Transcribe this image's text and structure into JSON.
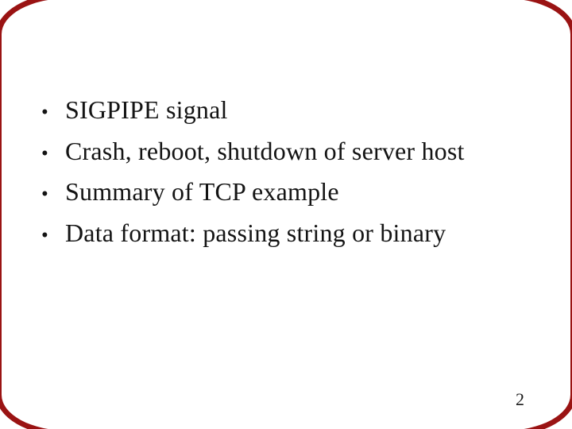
{
  "slide": {
    "bullet_char": "•",
    "bullets": [
      "SIGPIPE signal",
      "Crash, reboot, shutdown of server host",
      "Summary of TCP example",
      "Data format: passing string or binary"
    ],
    "page_number": "2"
  },
  "colors": {
    "background": "#ffffff",
    "frame": "#9a1313",
    "text": "#141414",
    "page_number": "#1a1a1a"
  }
}
